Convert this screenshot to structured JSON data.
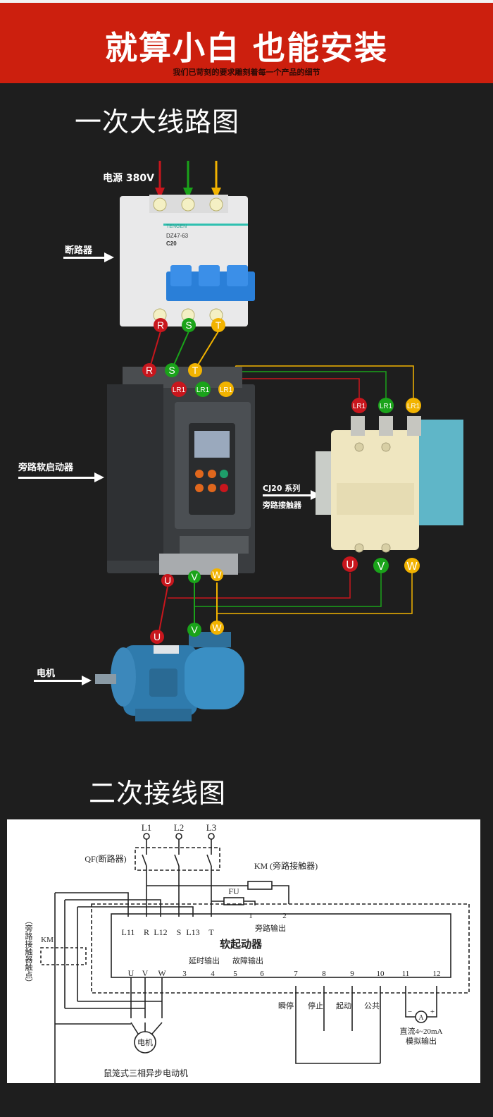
{
  "banner": {
    "title": "就算小白 也能安装",
    "subtitle": "我们已苛刻的要求雕刻着每一个产品的细节",
    "color": "#cc1f0e"
  },
  "primary": {
    "title": "一次大线路图",
    "power_label": "电源 380V",
    "breaker_label": "断路器",
    "softstarter_label": "旁路软启动器",
    "contactor_label_1": "CJ20 系列",
    "contactor_label_2": "旁路接触器",
    "motor_label": "电机",
    "breaker": {
      "brand": "TENGEN",
      "model": "DZ47-63",
      "rating": "C20"
    },
    "phase_colors": {
      "red": "#c8161d",
      "green": "#1aa31a",
      "yellow": "#f2b300"
    },
    "terminals": {
      "breaker_out": [
        "R",
        "S",
        "T"
      ],
      "starter_in": [
        "R",
        "S",
        "T"
      ],
      "starter_bypass": [
        "LR1",
        "LR1",
        "LR1"
      ],
      "contactor_in": [
        "LR1",
        "LR1",
        "LR1"
      ],
      "starter_out": [
        "U",
        "V",
        "W"
      ],
      "contactor_out": [
        "U",
        "V",
        "W"
      ],
      "motor_in": [
        "U",
        "V",
        "W"
      ]
    }
  },
  "secondary": {
    "title": "二次接线图",
    "lines": [
      "L1",
      "L2",
      "L3"
    ],
    "qf_label": "QF(断路器)",
    "km_coil_label": "KM (旁路接触器)",
    "fu_label": "FU",
    "km_contact_label": "KM",
    "km_contact_side_label": "（旁路接触器触点）",
    "starter_top_terminals": [
      "L11",
      "R",
      "L12",
      "S",
      "L13",
      "T"
    ],
    "starter_name": "软起动器",
    "bypass_output": {
      "label": "旁路输出",
      "terminals": [
        "1",
        "2"
      ]
    },
    "delay_output": {
      "label": "延时输出",
      "terminals": [
        "3",
        "4"
      ]
    },
    "fault_output": {
      "label": "故障输出",
      "terminals": [
        "5",
        "6"
      ]
    },
    "starter_bottom_terminals": [
      "U",
      "V",
      "W"
    ],
    "control_terminals": [
      "7",
      "8",
      "9",
      "10",
      "11",
      "12"
    ],
    "control_labels": [
      "瞬停",
      "停止",
      "起动",
      "公共"
    ],
    "analog_output": {
      "line1": "直流4~20mA",
      "line2": "模拟输出",
      "meter": "A",
      "minus": "−",
      "plus": "+"
    },
    "motor": {
      "symbol": "电机",
      "caption": "鼠笼式三相异步电动机"
    }
  }
}
